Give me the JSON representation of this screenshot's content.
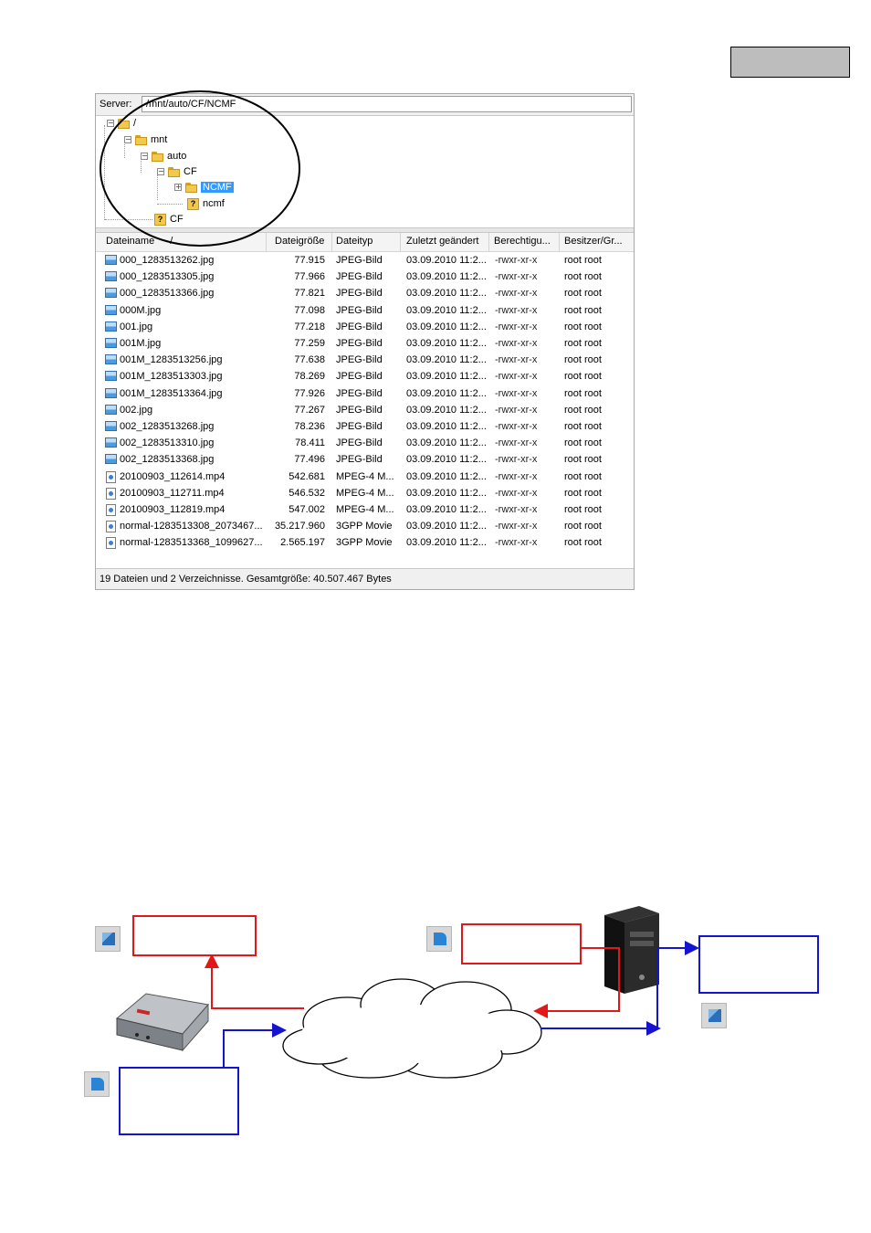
{
  "ftp": {
    "server_label": "Server:",
    "server_path": "/mnt/auto/CF/NCMF",
    "tree": [
      {
        "label": "/",
        "type": "folder",
        "expander": "−"
      },
      {
        "label": "mnt",
        "type": "folder",
        "expander": "−"
      },
      {
        "label": "auto",
        "type": "folder",
        "expander": "−"
      },
      {
        "label": "CF",
        "type": "folder",
        "expander": "−"
      },
      {
        "label": "NCMF",
        "type": "folder",
        "expander": "+",
        "selected": true
      },
      {
        "label": "ncmf",
        "type": "unknown"
      },
      {
        "label": "CF",
        "type": "unknown"
      }
    ],
    "columns": [
      "Dateiname",
      "Dateigröße",
      "Dateityp",
      "Zuletzt geändert",
      "Berechtigu...",
      "Besitzer/Gr..."
    ],
    "sort_indicator": "/",
    "files": [
      {
        "name": "000_1283513262.jpg",
        "size": "77.915",
        "type": "JPEG-Bild",
        "modified": "03.09.2010 11:2...",
        "perms": "-rwxr-xr-x",
        "owner": "root root",
        "icon": "image-file-icon"
      },
      {
        "name": "000_1283513305.jpg",
        "size": "77.966",
        "type": "JPEG-Bild",
        "modified": "03.09.2010 11:2...",
        "perms": "-rwxr-xr-x",
        "owner": "root root",
        "icon": "image-file-icon"
      },
      {
        "name": "000_1283513366.jpg",
        "size": "77.821",
        "type": "JPEG-Bild",
        "modified": "03.09.2010 11:2...",
        "perms": "-rwxr-xr-x",
        "owner": "root root",
        "icon": "image-file-icon"
      },
      {
        "name": "000M.jpg",
        "size": "77.098",
        "type": "JPEG-Bild",
        "modified": "03.09.2010 11:2...",
        "perms": "-rwxr-xr-x",
        "owner": "root root",
        "icon": "image-file-icon"
      },
      {
        "name": "001.jpg",
        "size": "77.218",
        "type": "JPEG-Bild",
        "modified": "03.09.2010 11:2...",
        "perms": "-rwxr-xr-x",
        "owner": "root root",
        "icon": "image-file-icon"
      },
      {
        "name": "001M.jpg",
        "size": "77.259",
        "type": "JPEG-Bild",
        "modified": "03.09.2010 11:2...",
        "perms": "-rwxr-xr-x",
        "owner": "root root",
        "icon": "image-file-icon"
      },
      {
        "name": "001M_1283513256.jpg",
        "size": "77.638",
        "type": "JPEG-Bild",
        "modified": "03.09.2010 11:2...",
        "perms": "-rwxr-xr-x",
        "owner": "root root",
        "icon": "image-file-icon"
      },
      {
        "name": "001M_1283513303.jpg",
        "size": "78.269",
        "type": "JPEG-Bild",
        "modified": "03.09.2010 11:2...",
        "perms": "-rwxr-xr-x",
        "owner": "root root",
        "icon": "image-file-icon"
      },
      {
        "name": "001M_1283513364.jpg",
        "size": "77.926",
        "type": "JPEG-Bild",
        "modified": "03.09.2010 11:2...",
        "perms": "-rwxr-xr-x",
        "owner": "root root",
        "icon": "image-file-icon"
      },
      {
        "name": "002.jpg",
        "size": "77.267",
        "type": "JPEG-Bild",
        "modified": "03.09.2010 11:2...",
        "perms": "-rwxr-xr-x",
        "owner": "root root",
        "icon": "image-file-icon"
      },
      {
        "name": "002_1283513268.jpg",
        "size": "78.236",
        "type": "JPEG-Bild",
        "modified": "03.09.2010 11:2...",
        "perms": "-rwxr-xr-x",
        "owner": "root root",
        "icon": "image-file-icon"
      },
      {
        "name": "002_1283513310.jpg",
        "size": "78.411",
        "type": "JPEG-Bild",
        "modified": "03.09.2010 11:2...",
        "perms": "-rwxr-xr-x",
        "owner": "root root",
        "icon": "image-file-icon"
      },
      {
        "name": "002_1283513368.jpg",
        "size": "77.496",
        "type": "JPEG-Bild",
        "modified": "03.09.2010 11:2...",
        "perms": "-rwxr-xr-x",
        "owner": "root root",
        "icon": "image-file-icon"
      },
      {
        "name": "20100903_112614.mp4",
        "size": "542.681",
        "type": "MPEG-4 M...",
        "modified": "03.09.2010 11:2...",
        "perms": "-rwxr-xr-x",
        "owner": "root root",
        "icon": "video-file-icon"
      },
      {
        "name": "20100903_112711.mp4",
        "size": "546.532",
        "type": "MPEG-4 M...",
        "modified": "03.09.2010 11:2...",
        "perms": "-rwxr-xr-x",
        "owner": "root root",
        "icon": "video-file-icon"
      },
      {
        "name": "20100903_112819.mp4",
        "size": "547.002",
        "type": "MPEG-4 M...",
        "modified": "03.09.2010 11:2...",
        "perms": "-rwxr-xr-x",
        "owner": "root root",
        "icon": "video-file-icon"
      },
      {
        "name": "normal-1283513308_2073467...",
        "size": "35.217.960",
        "type": "3GPP Movie",
        "modified": "03.09.2010 11:2...",
        "perms": "-rwxr-xr-x",
        "owner": "root root",
        "icon": "video-file-icon"
      },
      {
        "name": "normal-1283513368_1099627...",
        "size": "2.565.197",
        "type": "3GPP Movie",
        "modified": "03.09.2010 11:2...",
        "perms": "-rwxr-xr-x",
        "owner": "root root",
        "icon": "video-file-icon"
      }
    ],
    "status": "19 Dateien und 2 Verzeichnisse. Gesamtgröße: 40.507.467 Bytes"
  },
  "colors": {
    "selection": "#3399ff",
    "red_path": "#e0181a",
    "blue_path": "#1414d0",
    "page_tab": "#bdbdbd"
  }
}
